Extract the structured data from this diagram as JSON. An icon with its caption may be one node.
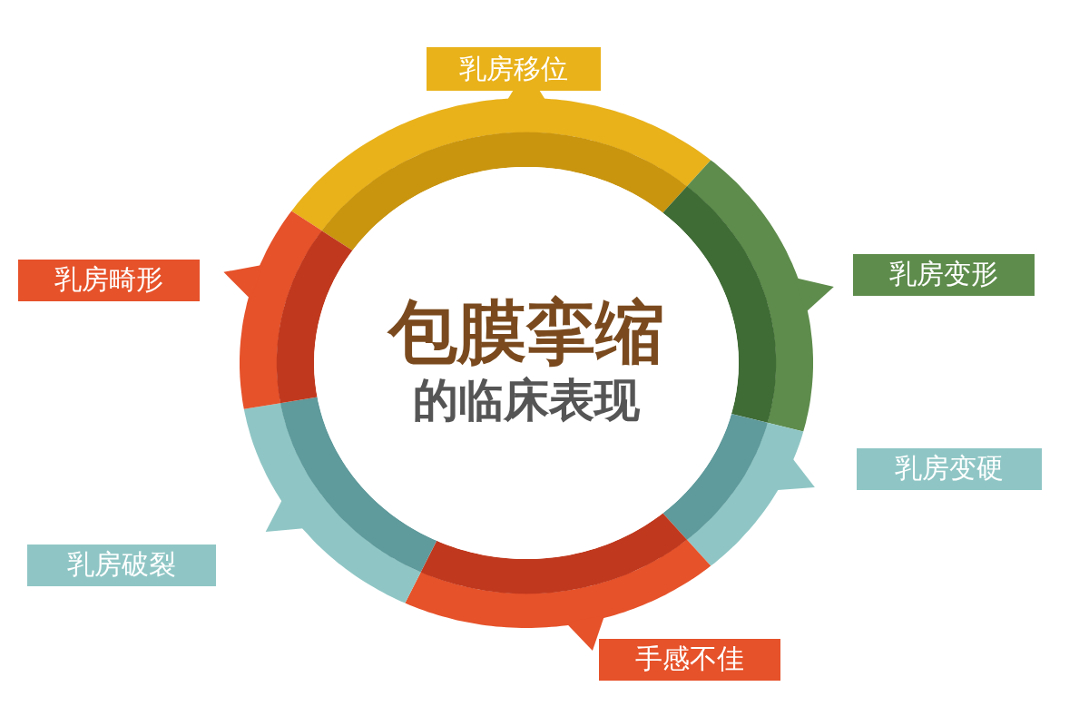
{
  "diagram": {
    "nodes": [
      {
        "text": [
          "包膜挛缩",
          "的临床表现"
        ]
      },
      {
        "text": [
          "乳房移位"
        ]
      },
      {
        "text": [
          "乳房畸形"
        ]
      },
      {
        "text": [
          "乳房变形"
        ]
      },
      {
        "text": [
          "乳房变硬"
        ]
      },
      {
        "text": [
          "乳房破裂"
        ]
      },
      {
        "text": [
          "手感不佳"
        ]
      }
    ]
  }
}
